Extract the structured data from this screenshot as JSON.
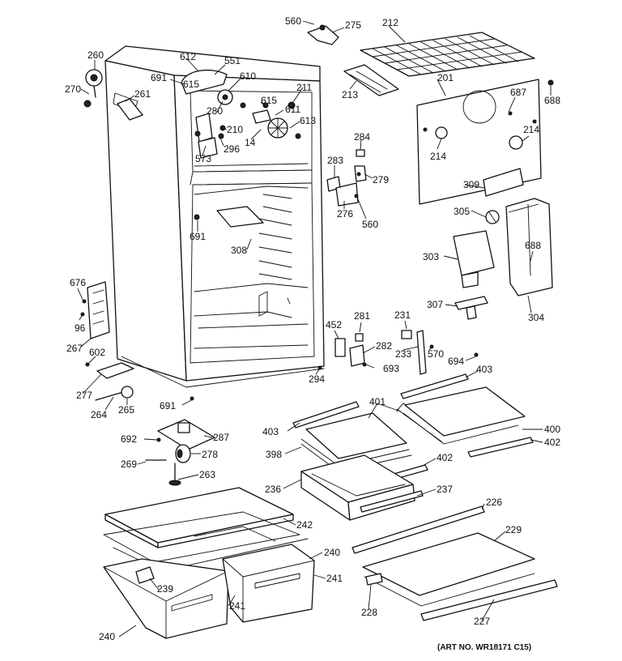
{
  "labels": {
    "l560a": "560",
    "l275": "275",
    "l212": "212",
    "l260": "260",
    "l612": "612",
    "l551": "551",
    "l691a": "691",
    "l615a": "615",
    "l610": "610",
    "l270": "270",
    "l261": "261",
    "l211": "211",
    "l213": "213",
    "l201": "201",
    "l687": "687",
    "l688a": "688",
    "l615b": "615",
    "l611": "611",
    "l280": "280",
    "l210": "210",
    "l613": "613",
    "l296": "296",
    "l14": "14",
    "l573": "573",
    "l284": "284",
    "l214a": "214",
    "l214b": "214",
    "l283": "283",
    "l279": "279",
    "l309": "309",
    "l276": "276",
    "l560b": "560",
    "l691b": "691",
    "l308": "308",
    "l305": "305",
    "l303": "303",
    "l688b": "688",
    "l676": "676",
    "l96": "96",
    "l307": "307",
    "l304": "304",
    "l281": "281",
    "l231": "231",
    "l452": "452",
    "l267": "267",
    "l602": "602",
    "l282": "282",
    "l233": "233",
    "l570": "570",
    "l694": "694",
    "l693": "693",
    "l294": "294",
    "l403a": "403",
    "l277": "277",
    "l691c": "691",
    "l264": "264",
    "l265": "265",
    "l401": "401",
    "l403b": "403",
    "l400": "400",
    "l287": "287",
    "l692": "692",
    "l402a": "402",
    "l278": "278",
    "l398": "398",
    "l402b": "402",
    "l269": "269",
    "l263": "263",
    "l236": "236",
    "l237": "237",
    "l226": "226",
    "l242": "242",
    "l229": "229",
    "l240a": "240",
    "l239": "239",
    "l241a": "241",
    "l241b": "241",
    "l228": "228",
    "l240b": "240",
    "l227": "227"
  },
  "art_number": "(ART NO. WR18171 C15)"
}
